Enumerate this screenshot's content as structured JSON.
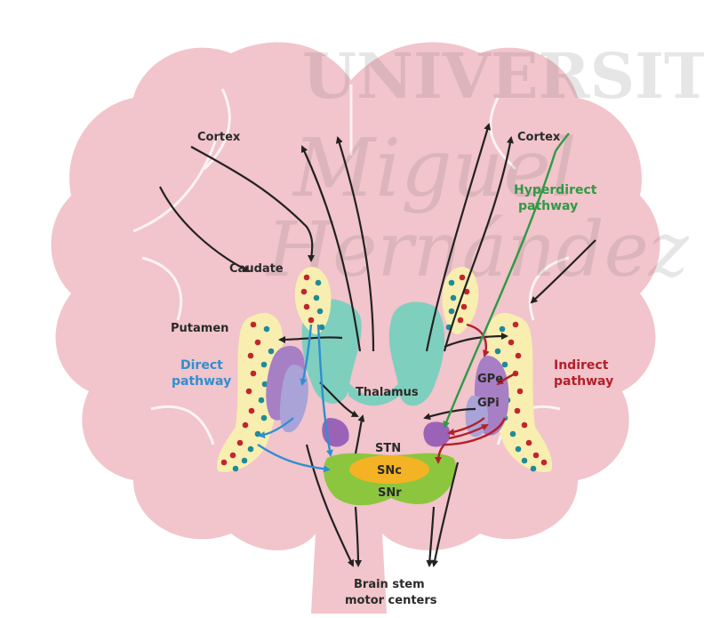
{
  "labels": {
    "cortex_left": "Cortex",
    "cortex_right": "Cortex",
    "hyperdirect_line1": "Hyperdirect",
    "hyperdirect_line2": "pathway",
    "caudate": "Caudate",
    "putamen": "Putamen",
    "direct_line1": "Direct",
    "direct_line2": "pathway",
    "indirect_line1": "Indirect",
    "indirect_line2": "pathway",
    "thalamus": "Thalamus",
    "gpe": "GPe",
    "gpi": "GPi",
    "stn": "STN",
    "snc": "SNc",
    "snr": "SNr",
    "brainstem_line1": "Brain stem",
    "brainstem_line2": "motor centers"
  },
  "watermark": {
    "line1": "UNIVERSITAS",
    "line2": "Miguel",
    "line3": "Hernández"
  },
  "colors": {
    "brain": "#f2c4cb",
    "thalamus": "#7fcfbe",
    "striatum": "#f7eeb0",
    "globus_pallidus_ext": "#a77fc4",
    "globus_pallidus_int": "#a9a3d8",
    "stn": "#9b63b8",
    "snc": "#f4b324",
    "snr": "#8cc63f",
    "direct": "#2f8fcf",
    "indirect": "#b2202a",
    "hyperdirect": "#2e9a46",
    "arrow": "#222222",
    "dot_red": "#c0262c",
    "dot_teal": "#1f8a98"
  }
}
